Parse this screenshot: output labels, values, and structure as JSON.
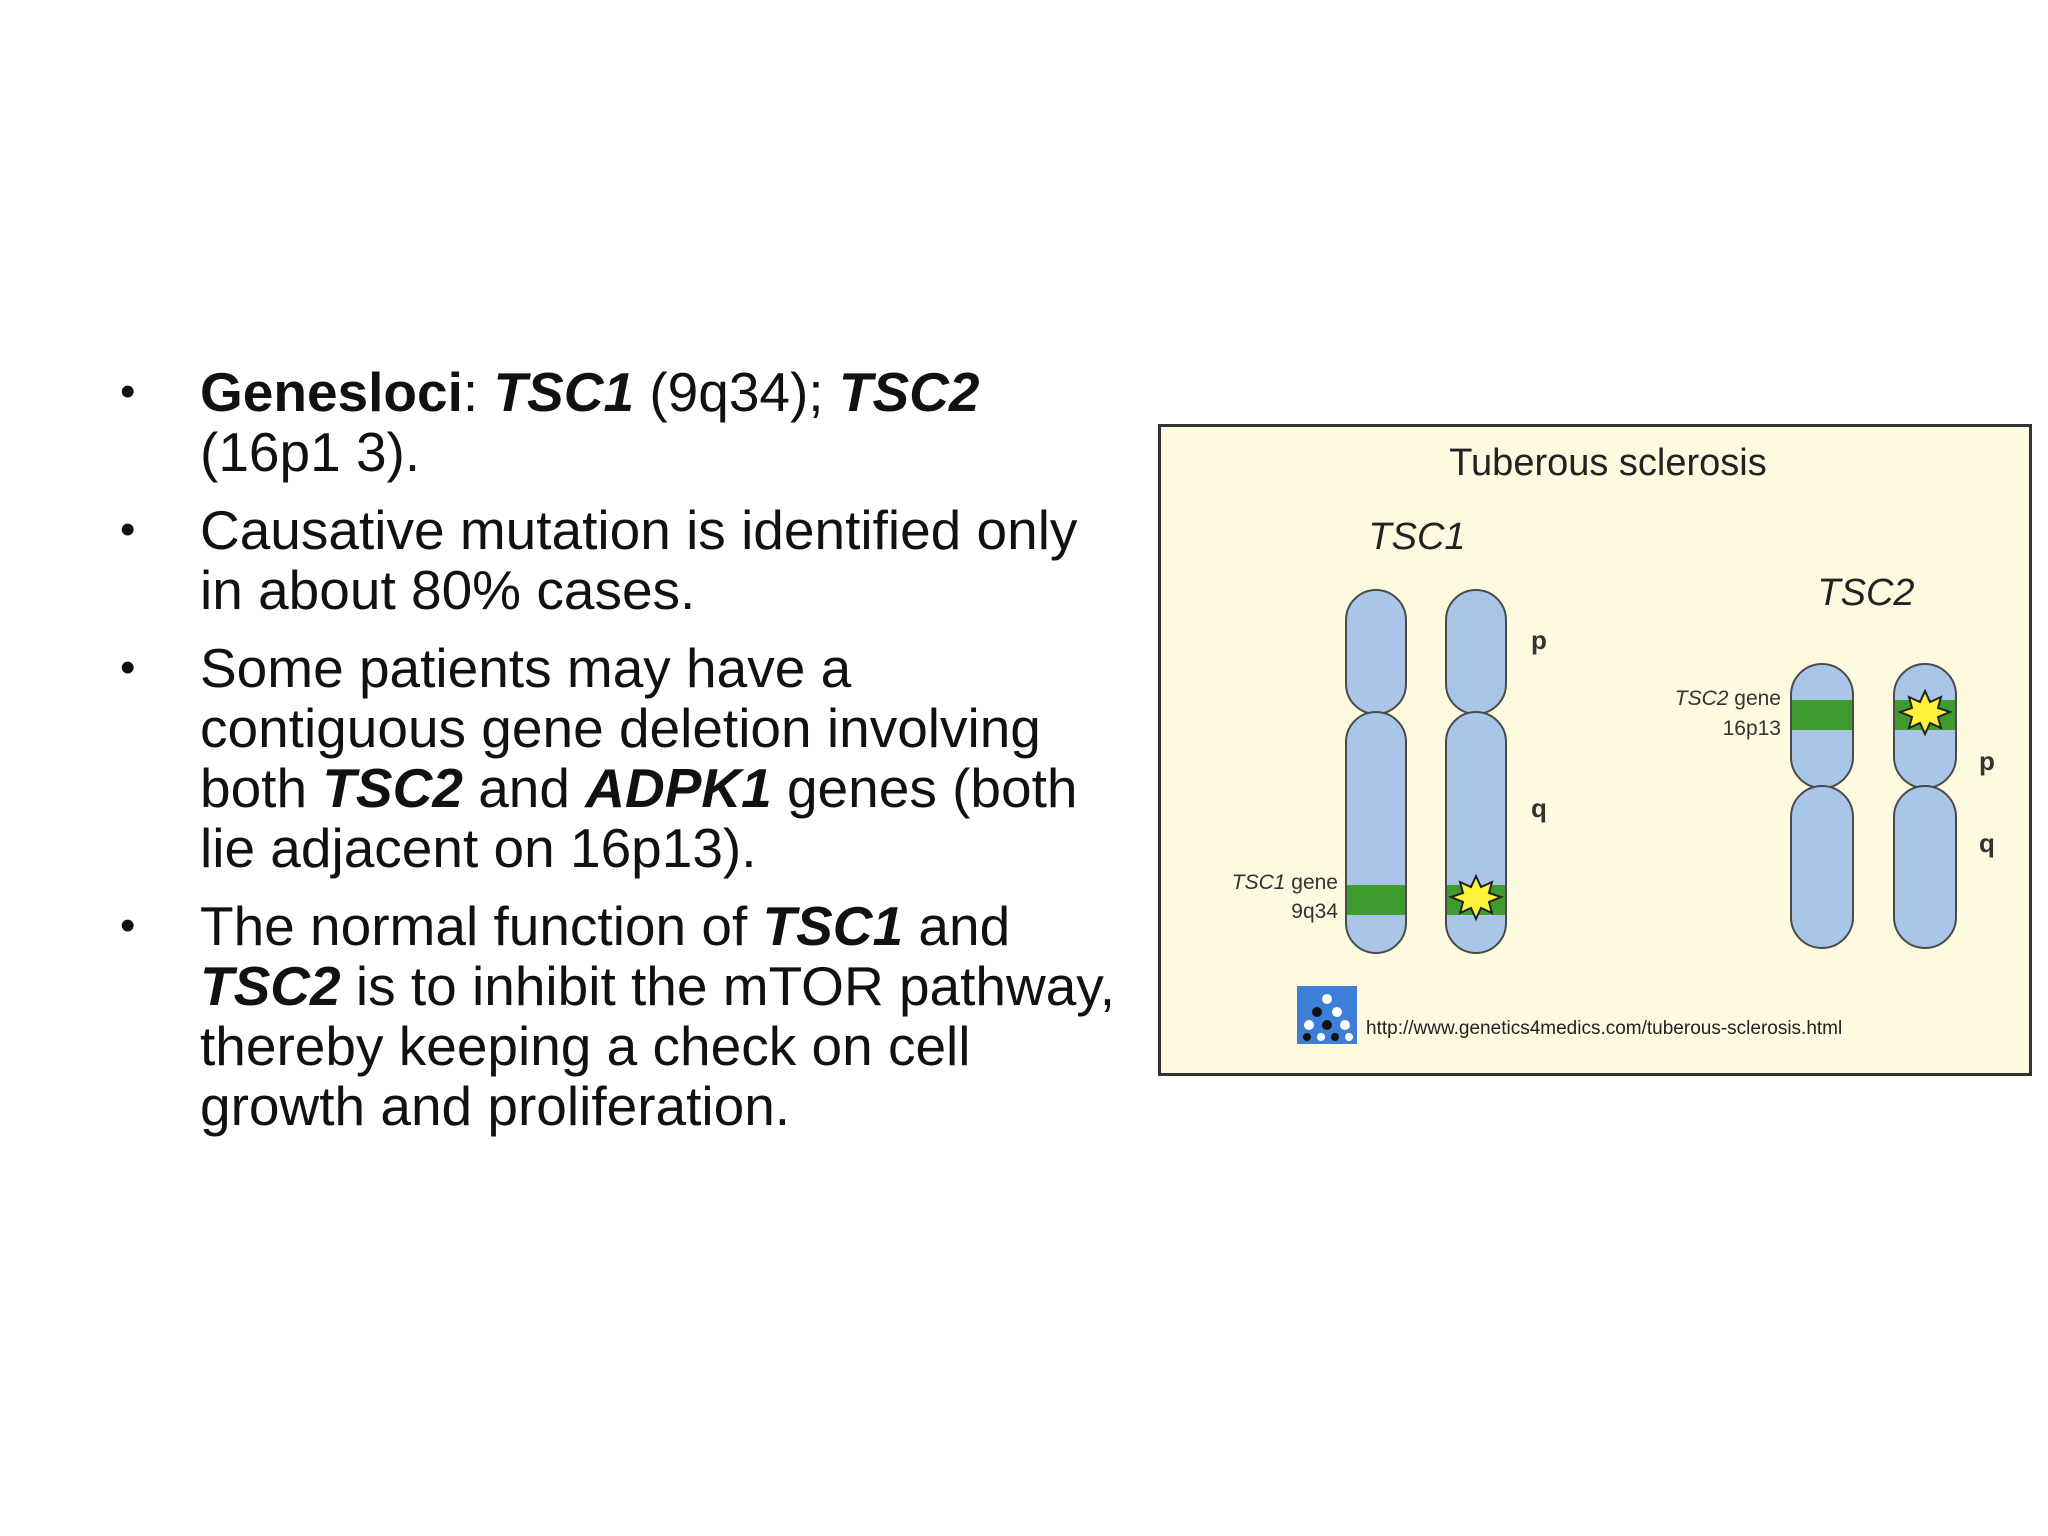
{
  "bullets": [
    {
      "segments": [
        {
          "text": "Genesloci",
          "b": true,
          "i": false
        },
        {
          "text": ": ",
          "b": false,
          "i": false
        },
        {
          "text": "TSC1",
          "b": true,
          "i": true
        },
        {
          "text": " (9q34); ",
          "b": false,
          "i": false
        },
        {
          "text": "TSC2",
          "b": true,
          "i": true
        },
        {
          "text": " (16p1 3).",
          "b": false,
          "i": false
        }
      ]
    },
    {
      "segments": [
        {
          "text": "Causative mutation is identified only in about 80% cases.",
          "b": false,
          "i": false
        }
      ]
    },
    {
      "segments": [
        {
          "text": "Some patients may have a contiguous gene deletion involving both ",
          "b": false,
          "i": false
        },
        {
          "text": "TSC2",
          "b": true,
          "i": true
        },
        {
          "text": " and ",
          "b": false,
          "i": false
        },
        {
          "text": "ADPK1",
          "b": true,
          "i": true
        },
        {
          "text": " genes (both lie adjacent on 16p13).",
          "b": false,
          "i": false
        }
      ]
    },
    {
      "segments": [
        {
          "text": "The normal function of ",
          "b": false,
          "i": false
        },
        {
          "text": "TSC1",
          "b": true,
          "i": true
        },
        {
          "text": " and ",
          "b": false,
          "i": false
        },
        {
          "text": "TSC2",
          "b": true,
          "i": true
        },
        {
          "text": " is to inhibit the mTOR pathway, thereby keeping a check on cell growth and proliferation.",
          "b": false,
          "i": false
        }
      ]
    }
  ],
  "figure": {
    "title": "Tuberous sclerosis",
    "tsc1_heading": "TSC1",
    "tsc2_heading": "TSC2",
    "tsc1_gene_label": "TSC1",
    "tsc1_gene_word": " gene",
    "tsc1_locus": "9q34",
    "tsc2_gene_label": "TSC2",
    "tsc2_gene_word": " gene",
    "tsc2_locus": "16p13",
    "arm_p": "p",
    "arm_q": "q",
    "url": "http://www.genetics4medics.com/tuberous-sclerosis.html",
    "colors": {
      "background": "#fdfae0",
      "chromosome": "#a9c6e8",
      "band": "#3f9a2f",
      "mutation": "#fff23a"
    }
  }
}
